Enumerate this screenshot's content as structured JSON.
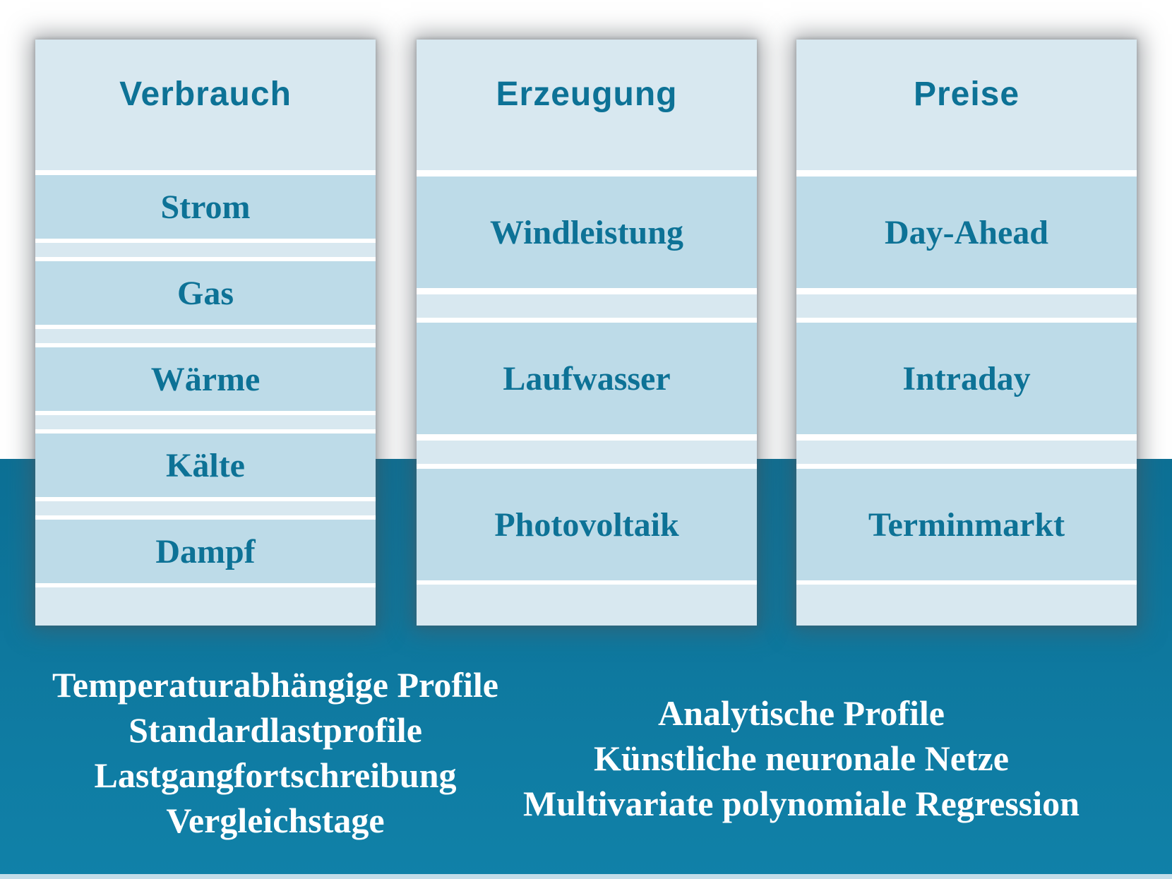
{
  "columns": [
    {
      "title": "Verbrauch",
      "items": [
        "Strom",
        "Gas",
        "Wärme",
        "Kälte",
        "Dampf"
      ]
    },
    {
      "title": "Erzeugung",
      "items": [
        "Windleistung",
        "Laufwasser",
        "Photovoltaik"
      ]
    },
    {
      "title": "Preise",
      "items": [
        "Day-Ahead",
        "Intraday",
        "Terminmarkt"
      ]
    }
  ],
  "notes": {
    "left": {
      "lines": [
        "Temperaturabhängige Profile",
        "Standardlastprofile",
        "Lastgangfortschreibung",
        "Vergleichstage"
      ]
    },
    "right": {
      "lines": [
        "Analytische Profile",
        "Künstliche neuronale Netze",
        "Multivariate polynomiale Regression"
      ]
    }
  },
  "colors": {
    "ink": "#0d7296",
    "card_light": "#d8e8f0",
    "card_band": "#bddbe8",
    "teal_top": "#0d7095",
    "teal_bottom": "#1081a8",
    "bottom_strip": "#c3dde9",
    "note_text": "#ffffff"
  }
}
